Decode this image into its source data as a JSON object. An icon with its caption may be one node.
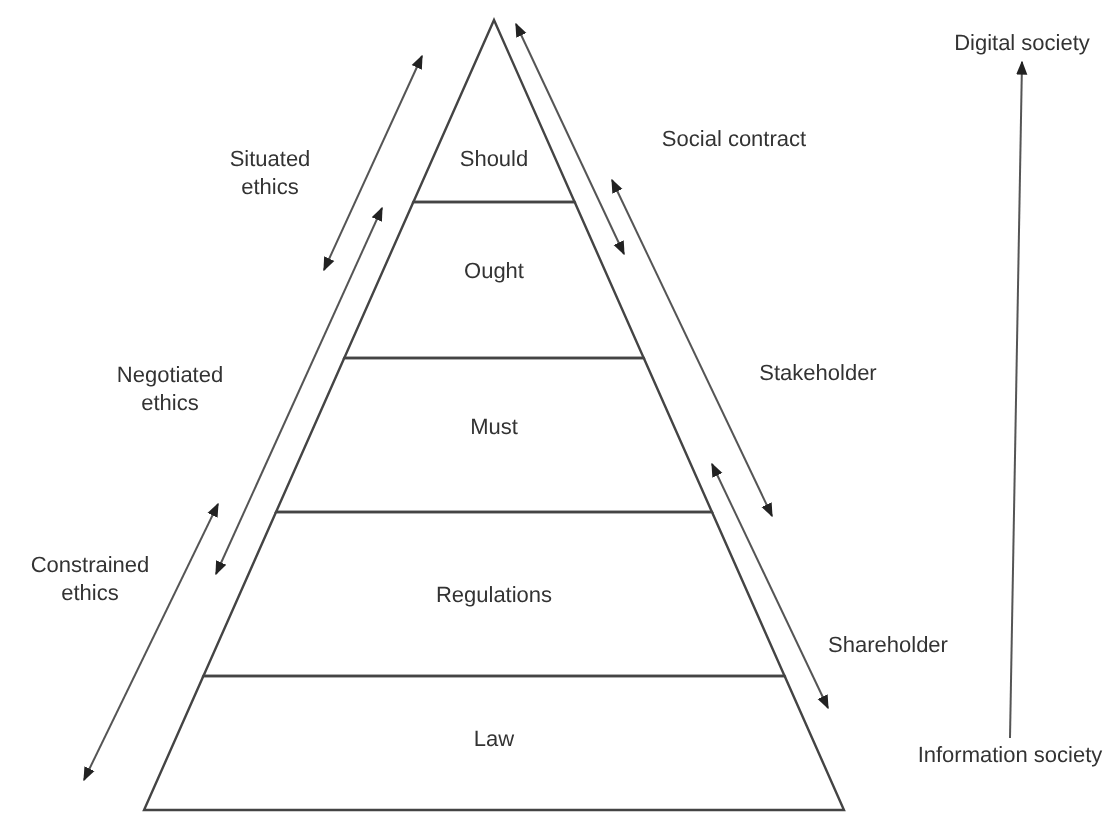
{
  "diagram": {
    "nodes": [
      {
        "text": [
          "Should"
        ]
      },
      {
        "text": [
          "Ought"
        ]
      },
      {
        "text": [
          "Must"
        ]
      },
      {
        "text": [
          "Regulations"
        ]
      },
      {
        "text": [
          "Law"
        ]
      },
      {
        "text": [
          "Digital society"
        ]
      },
      {
        "text": [
          "Information society"
        ]
      }
    ],
    "edges": [
      {
        "from": 6,
        "to": 5,
        "arrow": "to"
      }
    ],
    "labels": [
      "Situated ethics",
      "Social contract",
      "Negotiated ethics",
      "Stakeholder",
      "Constrained ethics",
      "Shareholder"
    ]
  }
}
